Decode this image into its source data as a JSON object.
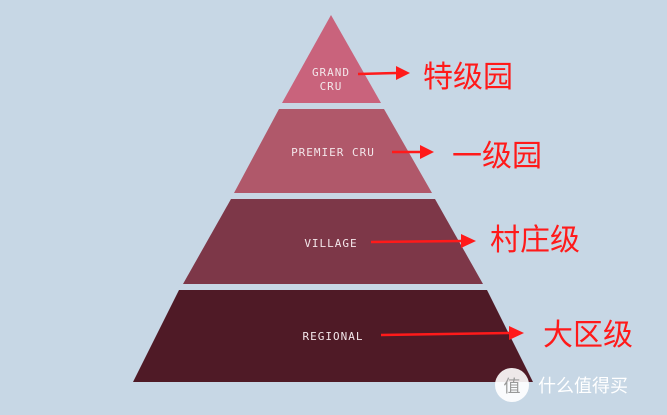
{
  "pyramid": {
    "tiers": [
      {
        "label_lines": [
          "GRAND",
          "CRU"
        ],
        "translation": "特级园",
        "color": "#c9637c"
      },
      {
        "label_lines": [
          "PREMIER CRU"
        ],
        "translation": "一级园",
        "color": "#b0586a"
      },
      {
        "label_lines": [
          "VILLAGE"
        ],
        "translation": "村庄级",
        "color": "#7d3748"
      },
      {
        "label_lines": [
          "REGIONAL"
        ],
        "translation": "大区级",
        "color": "#4f1a26"
      }
    ],
    "arrow_color": "#ff1a1a"
  },
  "watermark": {
    "text": "什么值得买",
    "icon": "smzdm-logo-icon"
  }
}
